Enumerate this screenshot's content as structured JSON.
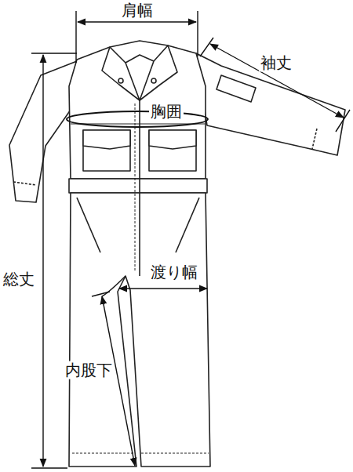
{
  "diagram": {
    "labels": [
      "肩幅",
      "袖丈",
      "胸囲",
      "渡り幅",
      "総丈",
      "内股下"
    ]
  }
}
